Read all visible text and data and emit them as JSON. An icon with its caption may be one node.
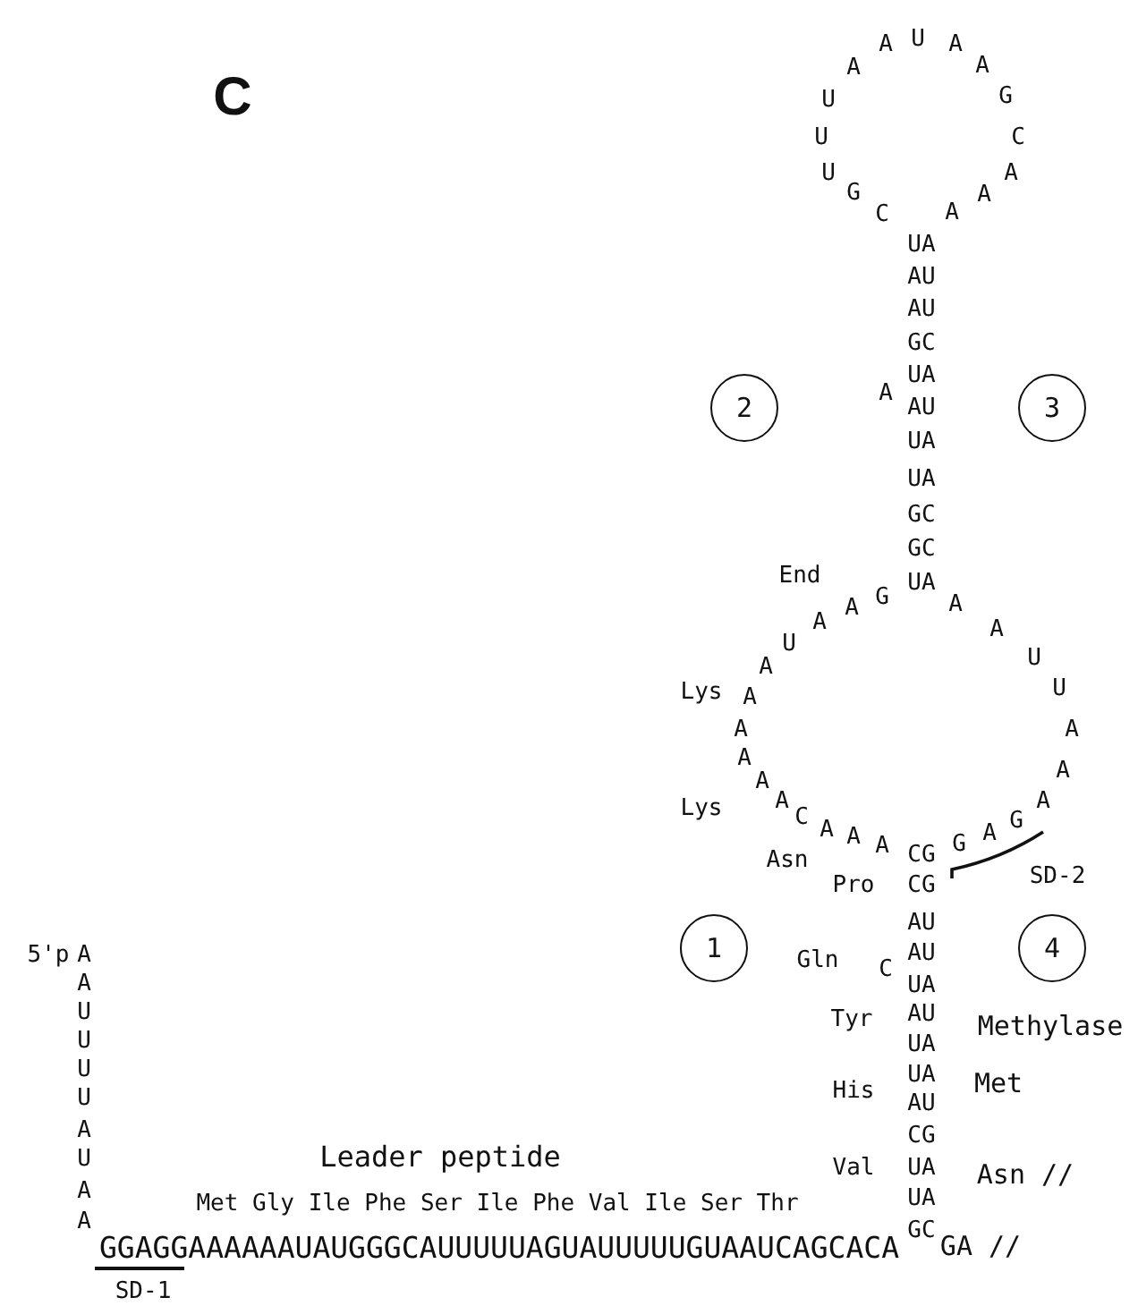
{
  "diagram": {
    "nodes": [
      {
        "text": [
          "2"
        ]
      },
      {
        "text": [
          "3"
        ]
      },
      {
        "text": [
          "1"
        ]
      },
      {
        "text": [
          "4"
        ]
      }
    ],
    "labels": [
      "C",
      "C",
      "G",
      "U",
      "U",
      "U",
      "A",
      "A",
      "U",
      "A",
      "A",
      "G",
      "C",
      "A",
      "A",
      "A",
      "UA",
      "AU",
      "AU",
      "GC",
      "UA",
      "AU",
      "UA",
      "UA",
      "GC",
      "GC",
      "UA",
      "A",
      "End",
      "G",
      "A",
      "A",
      "U",
      "A",
      "Lys",
      "A",
      "A",
      "A",
      "A",
      "A",
      "Lys",
      "C",
      "A",
      "A",
      "A",
      "Asn",
      "CG",
      "A",
      "A",
      "U",
      "U",
      "A",
      "A",
      "A",
      "G",
      "A",
      "G",
      "SD-2",
      "Pro",
      "CG",
      "AU",
      "Gln",
      "C",
      "AU",
      "UA",
      "Tyr",
      "AU",
      "Methylase",
      "UA",
      "His",
      "UA",
      "Met",
      "AU",
      "CG",
      "Val",
      "UA",
      "Asn //",
      "UA",
      "GC",
      "GA //",
      "5'p",
      "A",
      "A",
      "U",
      "U",
      "U",
      "U",
      "A",
      "U",
      "A",
      "A",
      "Leader peptide",
      "Met Gly Ile Phe Ser Ile Phe Val Ile Ser Thr",
      "GGAGGAAAAAAUAUGGGCAUUUUUAGUAUUUUUGUAAUCAGCACA",
      "SD-1"
    ]
  }
}
